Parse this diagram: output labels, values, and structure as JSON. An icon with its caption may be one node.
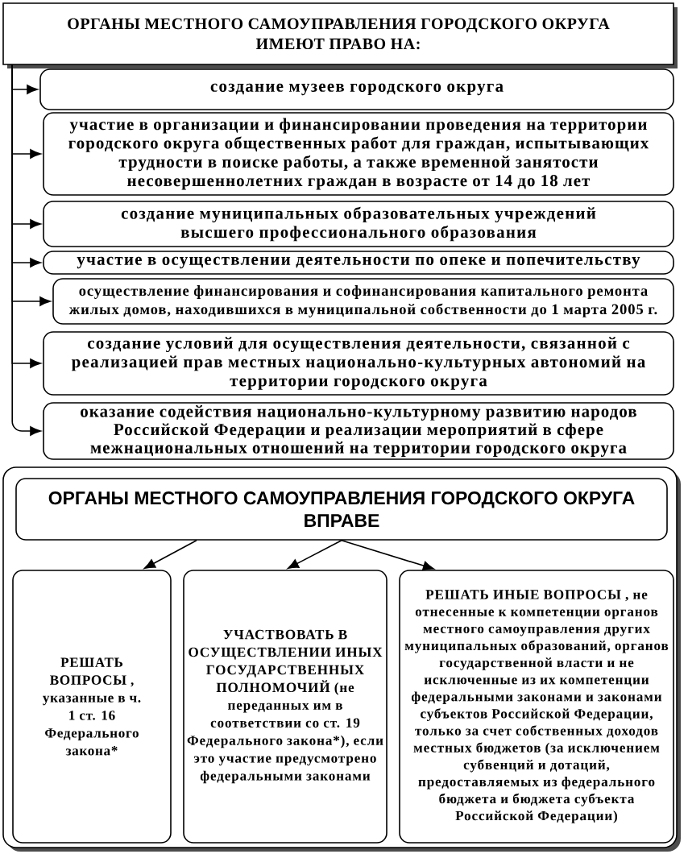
{
  "diagram": {
    "nodes": [
      {
        "text": [
          "ОРГАНЫ МЕСТНОГО САМОУПРАВЛЕНИЯ ГОРОДСКОГО ОКРУГА ИМЕЮТ ПРАВО НА:"
        ]
      },
      {
        "text": [
          "создание музеев городского округа"
        ]
      },
      {
        "text": [
          "участие в организации и финансировании проведения на территории городского округа общественных работ для граждан, испытывающих трудности в поиске работы, а также временной занятости несовершеннолетних граждан в возрасте от 14 до 18 лет"
        ]
      },
      {
        "text": [
          "создание муниципальных образовательных учреждений высшего профессионального образования"
        ]
      },
      {
        "text": [
          "участие в осуществлении деятельности по опеке и попечительству"
        ]
      },
      {
        "text": [
          "осуществление финансирования и софинансирования капитального ремонта жилых домов, находившихся в муниципальной собственности до 1 марта 2005 г."
        ]
      },
      {
        "text": [
          "создание условий для осуществления деятельности, связанной с реализацией прав местных национально-культурных автономий на территории городского округа"
        ]
      },
      {
        "text": [
          "оказание содействия национально-культурному развитию народов Российской Федерации и реализации мероприятий в сфере межнациональных отношений на территории городского округа"
        ]
      },
      {
        "text": [],
        "shape": "box"
      },
      {
        "text": [
          "ОРГАНЫ МЕСТНОГО САМОУПРАВЛЕНИЯ ГОРОДСКОГО ОКРУГА ВПРАВЕ"
        ],
        "in": 8
      },
      {
        "text": [
          "РЕШАТЬ ВОПРОСЫ , указанные в ч. 1 ст. 16 Федерального закона*"
        ],
        "in": 8
      },
      {
        "text": [
          "УЧАСТВОВАТЬ В ОСУЩЕСТВЛЕНИИ ИНЫХ ГОСУДАРСТВЕННЫХ ПОЛНОМОЧИЙ (не переданных им в соответствии со ст. 19 Федерального закона*), если это участие предусмотрено федеральными законами"
        ],
        "in": 8
      },
      {
        "text": [
          "РЕШАТЬ ИНЫЕ ВОПРОСЫ , не отнесенные к компетенции органов местного самоуправления других муниципальных образований, органов государственной власти и не исключенные из их компетенции федеральными законами и законами субъектов Российской Федерации, только за счет собственных доходов местных бюджетов (за исключением субвенций и дотаций, предоставляемых из федерального бюджета и бюджета субъекта Российской Федерации)"
        ],
        "in": 8
      }
    ],
    "edges": [
      {
        "from": 0,
        "to": 1,
        "arrow": "to"
      },
      {
        "from": 0,
        "to": 2,
        "arrow": "to"
      },
      {
        "from": 0,
        "to": 3,
        "arrow": "to"
      },
      {
        "from": 0,
        "to": 4,
        "arrow": "to"
      },
      {
        "from": 0,
        "to": 5,
        "arrow": "to"
      },
      {
        "from": 0,
        "to": 6,
        "arrow": "to"
      },
      {
        "from": 0,
        "to": 7,
        "arrow": "to"
      },
      {
        "from": 9,
        "to": 10,
        "arrow": "to"
      },
      {
        "from": 9,
        "to": 11,
        "arrow": "to"
      },
      {
        "from": 9,
        "to": 12,
        "arrow": "to"
      }
    ]
  }
}
